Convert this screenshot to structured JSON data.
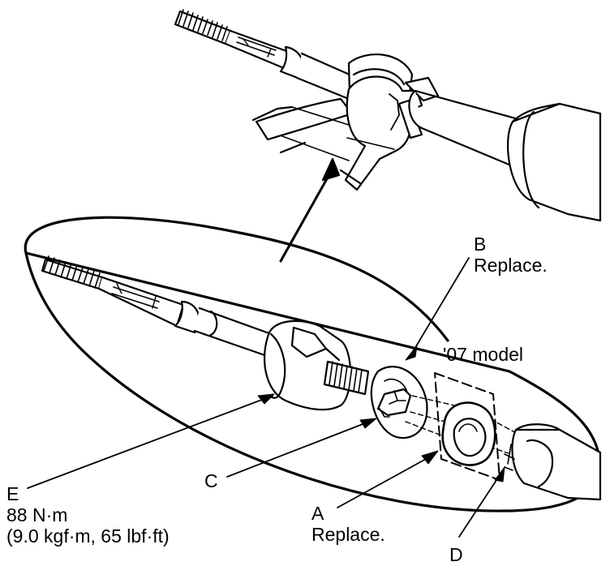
{
  "figure": {
    "description_text_only": false
  },
  "labels": {
    "b": {
      "letter": "B",
      "note": "Replace."
    },
    "model": {
      "text": "'07 model"
    },
    "c": {
      "letter": "C"
    },
    "e": {
      "letter": "E",
      "torque_nm": "88 N·m",
      "torque_alt": "(9.0 kgf·m, 65 lbf·ft)"
    },
    "a": {
      "letter": "A",
      "note": "Replace."
    },
    "d": {
      "letter": "D"
    }
  },
  "colors": {
    "ink": "#000000",
    "paper": "#ffffff"
  }
}
